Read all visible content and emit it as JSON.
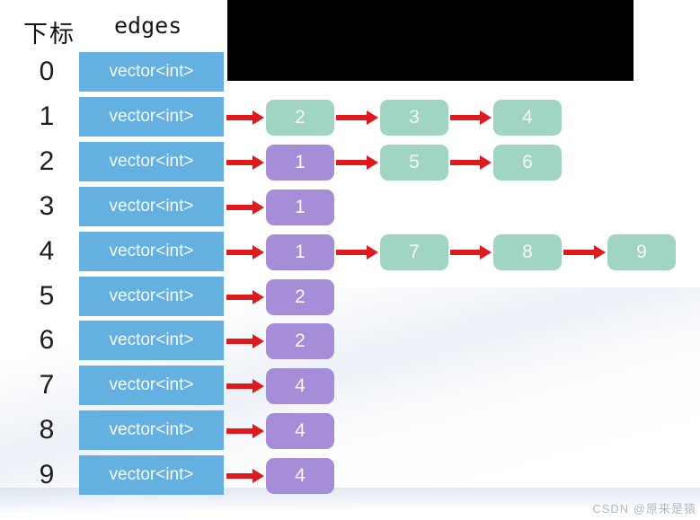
{
  "header": {
    "index_label": "下标",
    "edges_label": "edges"
  },
  "vector_label": "vector<int>",
  "colors": {
    "vector_box_blue": "#64b1e1",
    "node_green": "#a0d6c1",
    "node_purple": "#a58dd8",
    "arrow_red": "#e0191d",
    "black_panel": "#000000"
  },
  "adjacency_list": [
    {
      "index": "0",
      "nodes": []
    },
    {
      "index": "1",
      "nodes": [
        {
          "value": "2",
          "color": "green"
        },
        {
          "value": "3",
          "color": "green"
        },
        {
          "value": "4",
          "color": "green"
        }
      ]
    },
    {
      "index": "2",
      "nodes": [
        {
          "value": "1",
          "color": "purple"
        },
        {
          "value": "5",
          "color": "green"
        },
        {
          "value": "6",
          "color": "green"
        }
      ]
    },
    {
      "index": "3",
      "nodes": [
        {
          "value": "1",
          "color": "purple"
        }
      ]
    },
    {
      "index": "4",
      "nodes": [
        {
          "value": "1",
          "color": "purple"
        },
        {
          "value": "7",
          "color": "green"
        },
        {
          "value": "8",
          "color": "green"
        },
        {
          "value": "9",
          "color": "green"
        }
      ]
    },
    {
      "index": "5",
      "nodes": [
        {
          "value": "2",
          "color": "purple"
        }
      ]
    },
    {
      "index": "6",
      "nodes": [
        {
          "value": "2",
          "color": "purple"
        }
      ]
    },
    {
      "index": "7",
      "nodes": [
        {
          "value": "4",
          "color": "purple"
        }
      ]
    },
    {
      "index": "8",
      "nodes": [
        {
          "value": "4",
          "color": "purple"
        }
      ]
    },
    {
      "index": "9",
      "nodes": [
        {
          "value": "4",
          "color": "purple"
        }
      ]
    }
  ],
  "watermark": "CSDN @原来是猿"
}
